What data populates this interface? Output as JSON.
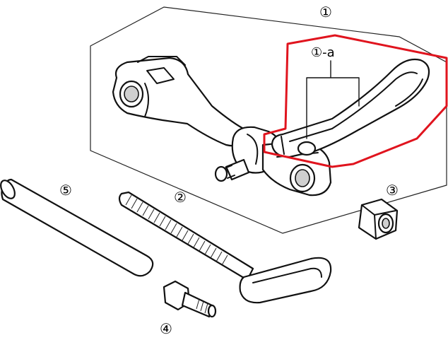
{
  "diagram": {
    "labels": {
      "assembly": "①",
      "sub_part": "①-a",
      "part_2": "②",
      "part_3": "③",
      "part_4": "④",
      "part_5": "⑤"
    },
    "colors": {
      "highlight": "#e0141e",
      "line": "#111111",
      "shade": "#cfcfcf"
    }
  }
}
